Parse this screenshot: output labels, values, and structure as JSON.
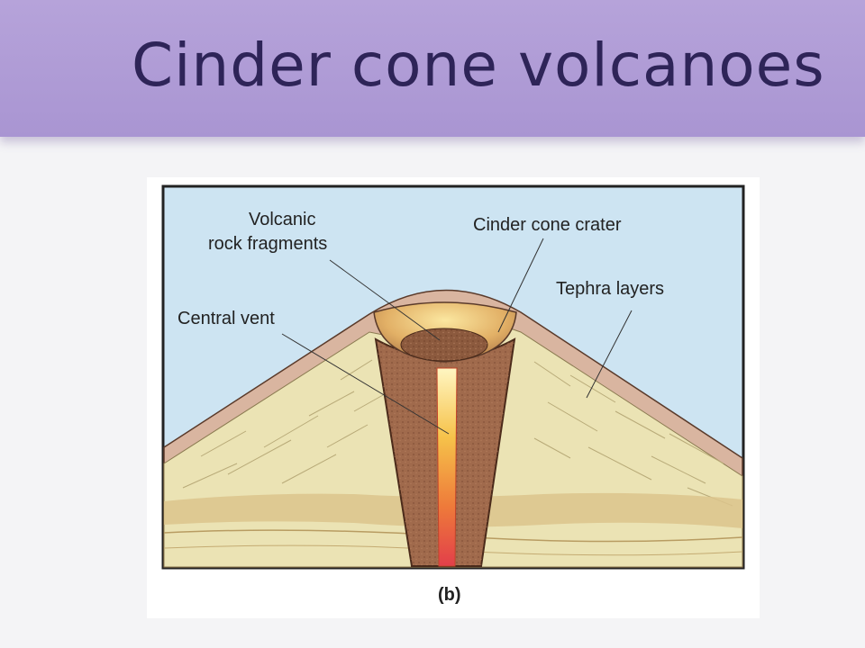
{
  "slide": {
    "title": "Cinder cone volcanoes"
  },
  "diagram": {
    "labels": {
      "volcanic_rock_line1": "Volcanic",
      "volcanic_rock_line2": "rock fragments",
      "crater": "Cinder cone crater",
      "tephra": "Tephra layers",
      "central_vent": "Central vent"
    },
    "caption": "(b)",
    "colors": {
      "sky": "#cde4f2",
      "cone_outer": "#d9b5a0",
      "tephra": "#ebe3b4",
      "conduit": "#a06a4c",
      "magma_top": "#fff2b0",
      "magma_bottom": "#e8454a",
      "ground_band": "#dcc48c"
    }
  }
}
